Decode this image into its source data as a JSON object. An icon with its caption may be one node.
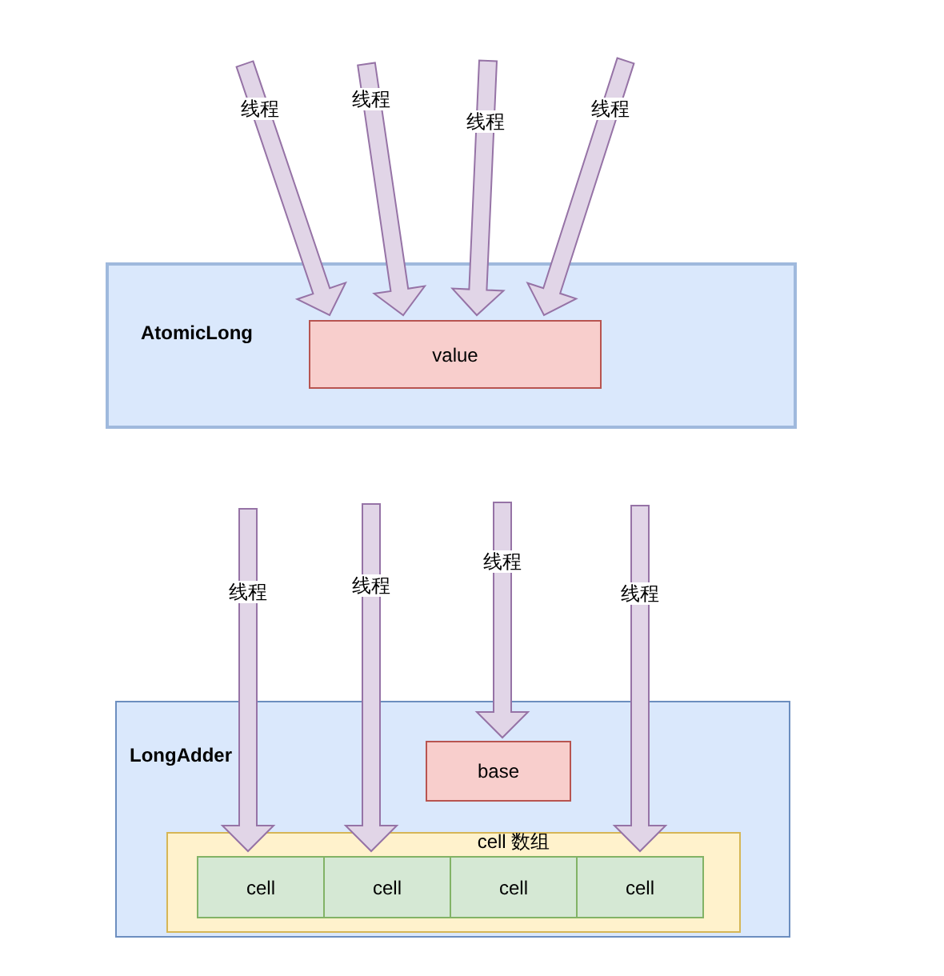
{
  "diagram": {
    "nodes": [
      {
        "text": [
          "AtomicLong"
        ]
      },
      {
        "text": [
          "value"
        ],
        "in": 0
      },
      {
        "text": [
          "LongAdder"
        ]
      },
      {
        "text": [
          "base"
        ],
        "in": 2
      },
      {
        "text": [
          "cell 数组"
        ],
        "in": 2
      },
      {
        "text": [
          "cell"
        ],
        "in": 4
      },
      {
        "text": [
          "cell"
        ],
        "in": 4
      },
      {
        "text": [
          "cell"
        ],
        "in": 4
      },
      {
        "text": [
          "cell"
        ],
        "in": 4
      }
    ],
    "edges": [
      {
        "from": null,
        "to": 1,
        "arrow": "to",
        "label": "线程"
      },
      {
        "from": null,
        "to": 1,
        "arrow": "to",
        "label": "线程"
      },
      {
        "from": null,
        "to": 1,
        "arrow": "to",
        "label": "线程"
      },
      {
        "from": null,
        "to": 1,
        "arrow": "to",
        "label": "线程"
      },
      {
        "from": null,
        "to": 5,
        "arrow": "to",
        "label": "线程"
      },
      {
        "from": null,
        "to": 6,
        "arrow": "to",
        "label": "线程"
      },
      {
        "from": null,
        "to": 3,
        "arrow": "to",
        "label": "线程"
      },
      {
        "from": null,
        "to": 8,
        "arrow": "to",
        "label": "线程"
      }
    ]
  }
}
